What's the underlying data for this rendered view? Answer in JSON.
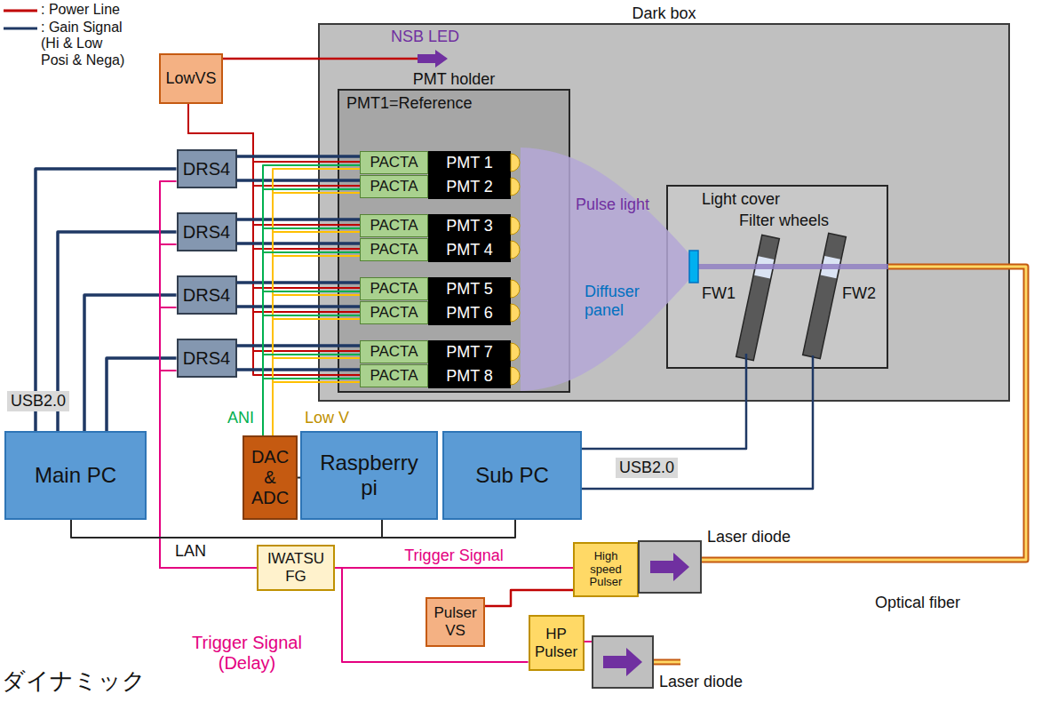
{
  "diagram": {
    "nodes": [
      {
        "text": [
          "Dark box"
        ]
      },
      {
        "text": [
          "PMT holder",
          "PMT1=Reference"
        ],
        "in": 0
      },
      {
        "text": [
          "PACTA"
        ],
        "in": 1
      },
      {
        "text": [
          "PMT 1"
        ],
        "in": 1
      },
      {
        "text": [
          "PACTA"
        ],
        "in": 1
      },
      {
        "text": [
          "PMT 2"
        ],
        "in": 1
      },
      {
        "text": [
          "PACTA"
        ],
        "in": 1
      },
      {
        "text": [
          "PMT 3"
        ],
        "in": 1
      },
      {
        "text": [
          "PACTA"
        ],
        "in": 1
      },
      {
        "text": [
          "PMT 4"
        ],
        "in": 1
      },
      {
        "text": [
          "PACTA"
        ],
        "in": 1
      },
      {
        "text": [
          "PMT 5"
        ],
        "in": 1
      },
      {
        "text": [
          "PACTA"
        ],
        "in": 1
      },
      {
        "text": [
          "PMT 6"
        ],
        "in": 1
      },
      {
        "text": [
          "PACTA"
        ],
        "in": 1
      },
      {
        "text": [
          "PMT 7"
        ],
        "in": 1
      },
      {
        "text": [
          "PACTA"
        ],
        "in": 1
      },
      {
        "text": [
          "PMT 8"
        ],
        "in": 1
      },
      {
        "text": [
          "Light cover"
        ],
        "in": 0
      },
      {
        "text": [
          "LowVS"
        ]
      },
      {
        "text": [
          "DRS4"
        ]
      },
      {
        "text": [
          "DRS4"
        ]
      },
      {
        "text": [
          "DRS4"
        ]
      },
      {
        "text": [
          "DRS4"
        ]
      },
      {
        "text": [
          "Main PC"
        ]
      },
      {
        "text": [
          "DAC & ADC"
        ]
      },
      {
        "text": [
          "Raspberry pi"
        ]
      },
      {
        "text": [
          "Sub PC"
        ]
      },
      {
        "text": [
          "IWATSU FG"
        ]
      },
      {
        "text": [
          "High speed Pulser"
        ]
      },
      {
        "text": [
          "Laser diode"
        ]
      },
      {
        "text": [
          "Pulser VS"
        ]
      },
      {
        "text": [
          "HP Pulser"
        ]
      },
      {
        "text": [
          "Laser diode"
        ]
      }
    ],
    "edges": [
      {
        "from": 19,
        "to": 0,
        "arrow": "none"
      },
      {
        "from": 19,
        "to": 2,
        "arrow": "none"
      },
      {
        "from": 19,
        "to": 4,
        "arrow": "none"
      },
      {
        "from": 19,
        "to": 6,
        "arrow": "none"
      },
      {
        "from": 19,
        "to": 8,
        "arrow": "none"
      },
      {
        "from": 19,
        "to": 10,
        "arrow": "none"
      },
      {
        "from": 19,
        "to": 12,
        "arrow": "none"
      },
      {
        "from": 19,
        "to": 14,
        "arrow": "none"
      },
      {
        "from": 19,
        "to": 16,
        "arrow": "none"
      },
      {
        "from": 20,
        "to": 2,
        "arrow": "none"
      },
      {
        "from": 20,
        "to": 4,
        "arrow": "none"
      },
      {
        "from": 21,
        "to": 6,
        "arrow": "none"
      },
      {
        "from": 21,
        "to": 8,
        "arrow": "none"
      },
      {
        "from": 22,
        "to": 10,
        "arrow": "none"
      },
      {
        "from": 22,
        "to": 12,
        "arrow": "none"
      },
      {
        "from": 23,
        "to": 14,
        "arrow": "none"
      },
      {
        "from": 23,
        "to": 16,
        "arrow": "none"
      },
      {
        "from": 25,
        "to": 2,
        "arrow": "none"
      },
      {
        "from": 25,
        "to": 4,
        "arrow": "none"
      },
      {
        "from": 25,
        "to": 6,
        "arrow": "none"
      },
      {
        "from": 25,
        "to": 8,
        "arrow": "none"
      },
      {
        "from": 25,
        "to": 10,
        "arrow": "none"
      },
      {
        "from": 25,
        "to": 12,
        "arrow": "none"
      },
      {
        "from": 25,
        "to": 14,
        "arrow": "none"
      },
      {
        "from": 25,
        "to": 16,
        "arrow": "none"
      },
      {
        "from": 20,
        "to": 24,
        "arrow": "none"
      },
      {
        "from": 21,
        "to": 24,
        "arrow": "none"
      },
      {
        "from": 22,
        "to": 24,
        "arrow": "none"
      },
      {
        "from": 23,
        "to": 24,
        "arrow": "none"
      },
      {
        "from": 28,
        "to": 20,
        "arrow": "none"
      },
      {
        "from": 28,
        "to": 21,
        "arrow": "none"
      },
      {
        "from": 28,
        "to": 22,
        "arrow": "none"
      },
      {
        "from": 28,
        "to": 23,
        "arrow": "none"
      },
      {
        "from": 24,
        "to": 26,
        "arrow": "none"
      },
      {
        "from": 26,
        "to": 27,
        "arrow": "none"
      },
      {
        "from": 25,
        "to": 26,
        "arrow": "none"
      },
      {
        "from": 27,
        "to": 18,
        "arrow": "none"
      },
      {
        "from": 27,
        "to": 18,
        "arrow": "none"
      },
      {
        "from": 28,
        "to": 29,
        "label": "Trigger Signal",
        "arrow": "none"
      },
      {
        "from": 28,
        "to": 32,
        "arrow": "none"
      },
      {
        "from": 31,
        "to": 29,
        "arrow": "none"
      },
      {
        "from": 32,
        "to": 33,
        "arrow": "none"
      },
      {
        "from": 30,
        "to": 18,
        "arrow": "none"
      }
    ],
    "labels": [
      "NSB LED",
      "Pulse light",
      "Filter wheels",
      "FW1",
      "FW2",
      "Diffuser panel",
      "USB2.0",
      "ANI",
      "Low V",
      "USB2.0",
      "LAN",
      "Trigger Signal (Delay)",
      "Optical fiber",
      "ダイナミック"
    ],
    "legend": [
      {
        "text": ": Power Line"
      },
      {
        "text": ": Gain Signal (Hi & Low Posi & Nega)"
      }
    ]
  }
}
